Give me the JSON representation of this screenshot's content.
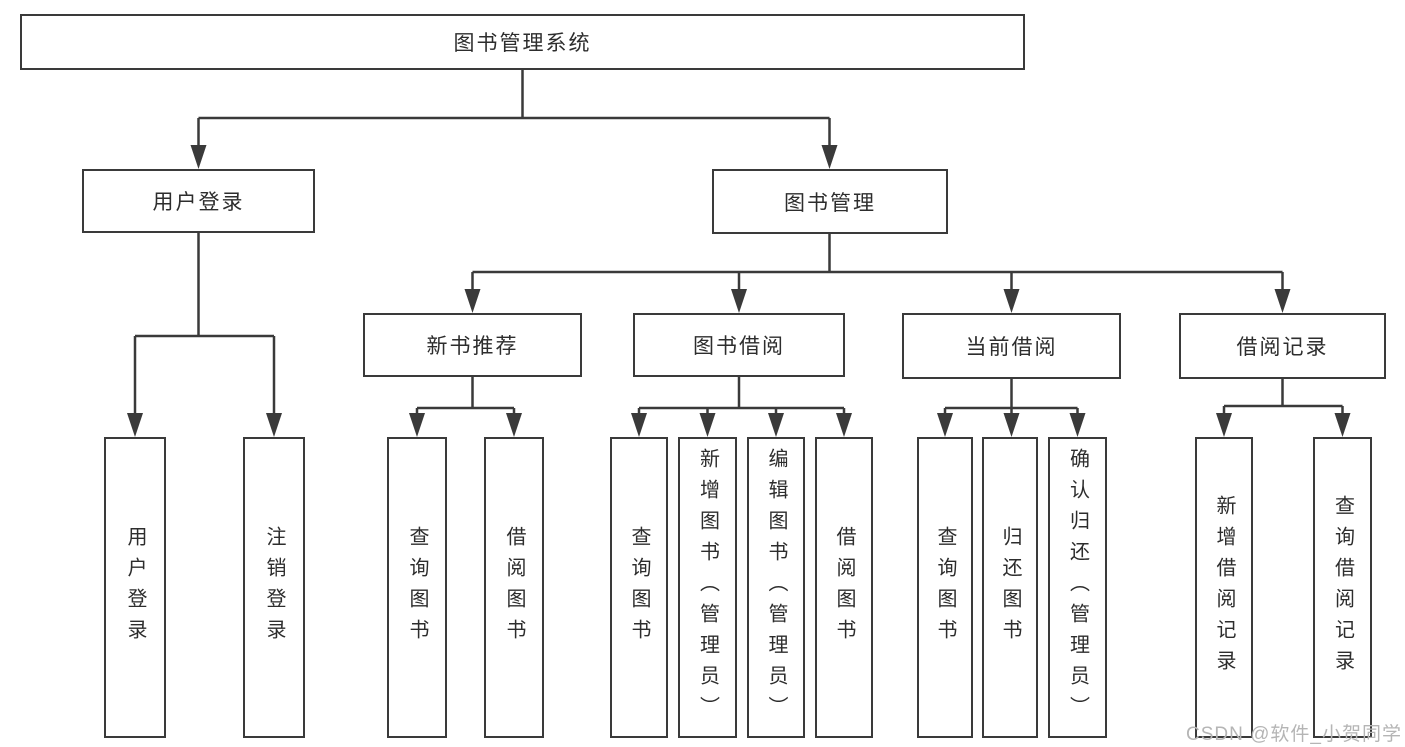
{
  "diagram": {
    "root": {
      "label": "图书管理系统"
    },
    "level2": [
      {
        "label": "用户登录",
        "parent": "图书管理系统"
      },
      {
        "label": "图书管理",
        "parent": "图书管理系统"
      }
    ],
    "level3": [
      {
        "label": "新书推荐",
        "parent": "图书管理"
      },
      {
        "label": "图书借阅",
        "parent": "图书管理"
      },
      {
        "label": "当前借阅",
        "parent": "图书管理"
      },
      {
        "label": "借阅记录",
        "parent": "图书管理"
      }
    ],
    "leaves": [
      {
        "label": "用户登录",
        "parent": "用户登录"
      },
      {
        "label": "注销登录",
        "parent": "用户登录"
      },
      {
        "label": "查询图书",
        "parent": "新书推荐"
      },
      {
        "label": "借阅图书",
        "parent": "新书推荐"
      },
      {
        "label": "查询图书",
        "parent": "图书借阅"
      },
      {
        "label": "新增图书（管理员）",
        "parent": "图书借阅"
      },
      {
        "label": "编辑图书（管理员）",
        "parent": "图书借阅"
      },
      {
        "label": "借阅图书",
        "parent": "图书借阅"
      },
      {
        "label": "查询图书",
        "parent": "当前借阅"
      },
      {
        "label": "归还图书",
        "parent": "当前借阅"
      },
      {
        "label": "确认归还（管理员）",
        "parent": "当前借阅"
      },
      {
        "label": "新增借阅记录",
        "parent": "借阅记录"
      },
      {
        "label": "查询借阅记录",
        "parent": "借阅记录"
      }
    ]
  },
  "watermark": {
    "text": "CSDN @软件_小贺同学"
  },
  "colors": {
    "line": "#3a3a3a",
    "box_border": "#3a3a3a",
    "text": "#2d2d2d",
    "watermark": "#b5b5b5",
    "background": "#ffffff"
  }
}
